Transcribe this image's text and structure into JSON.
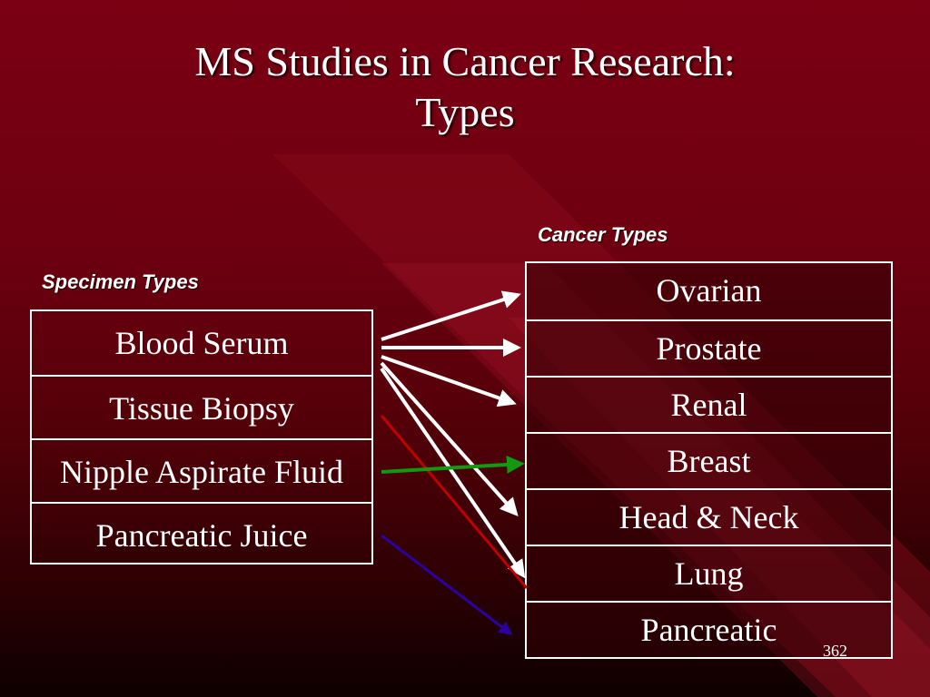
{
  "title": {
    "line1": "MS Studies in Cancer Research:",
    "line2": "Types"
  },
  "specimen": {
    "label": "Specimen Types",
    "items": [
      "Blood Serum",
      "Tissue Biopsy",
      "Nipple Aspirate Fluid",
      "Pancreatic Juice"
    ]
  },
  "cancer": {
    "label": "Cancer Types",
    "items": [
      "Ovarian",
      "Prostate",
      "Renal",
      "Breast",
      "Head & Neck",
      "Lung",
      "Pancreatic"
    ]
  },
  "links": [
    {
      "from": "Blood Serum",
      "to": "Ovarian",
      "color": "#ffffff"
    },
    {
      "from": "Blood Serum",
      "to": "Prostate",
      "color": "#ffffff"
    },
    {
      "from": "Blood Serum",
      "to": "Renal",
      "color": "#ffffff"
    },
    {
      "from": "Blood Serum",
      "to": "Head & Neck",
      "color": "#ffffff"
    },
    {
      "from": "Blood Serum",
      "to": "Lung",
      "color": "#ffffff"
    },
    {
      "from": "Tissue Biopsy",
      "to": "Lung",
      "color": "#c00000"
    },
    {
      "from": "Nipple Aspirate Fluid",
      "to": "Breast",
      "color": "#119911"
    },
    {
      "from": "Pancreatic Juice",
      "to": "Pancreatic",
      "color": "#2a00a0"
    }
  ],
  "page_number": "362"
}
